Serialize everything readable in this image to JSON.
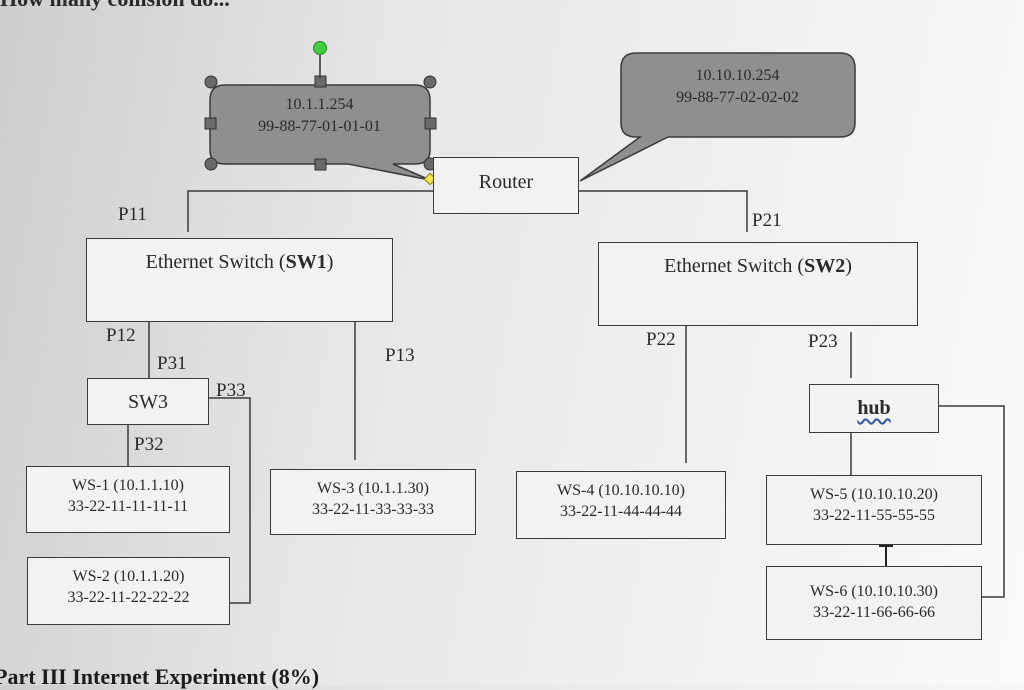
{
  "header_partial": "How many collision do...",
  "footer_partial": "Part III Internet Experiment (8%)",
  "router": {
    "label": "Router"
  },
  "callouts": [
    {
      "text": "10.1.1.254\n99-88-77-01-01-01"
    },
    {
      "text": "10.10.10.254\n99-88-77-02-02-02"
    }
  ],
  "switches": {
    "sw1": {
      "label_prefix": "Ethernet Switch (",
      "label_bold": "SW1",
      "label_suffix": ")"
    },
    "sw2": {
      "label_prefix": "Ethernet Switch (",
      "label_bold": "SW2",
      "label_suffix": ")"
    },
    "sw3": {
      "label": "SW3"
    },
    "hub": {
      "label": "hub"
    }
  },
  "ports": {
    "p11": "P11",
    "p12": "P12",
    "p13": "P13",
    "p21": "P21",
    "p22": "P22",
    "p23": "P23",
    "p31": "P31",
    "p32": "P32",
    "p33": "P33"
  },
  "workstations": {
    "ws1": "WS-1 (10.1.1.10)\n33-22-11-11-11-11",
    "ws2": "WS-2 (10.1.1.20)\n33-22-11-22-22-22",
    "ws3": "WS-3 (10.1.1.30)\n33-22-11-33-33-33",
    "ws4": "WS-4 (10.10.10.10)\n33-22-11-44-44-44",
    "ws5": "WS-5 (10.10.10.20)\n33-22-11-55-55-55",
    "ws6": "WS-6 (10.10.10.30)\n33-22-11-66-66-66"
  }
}
